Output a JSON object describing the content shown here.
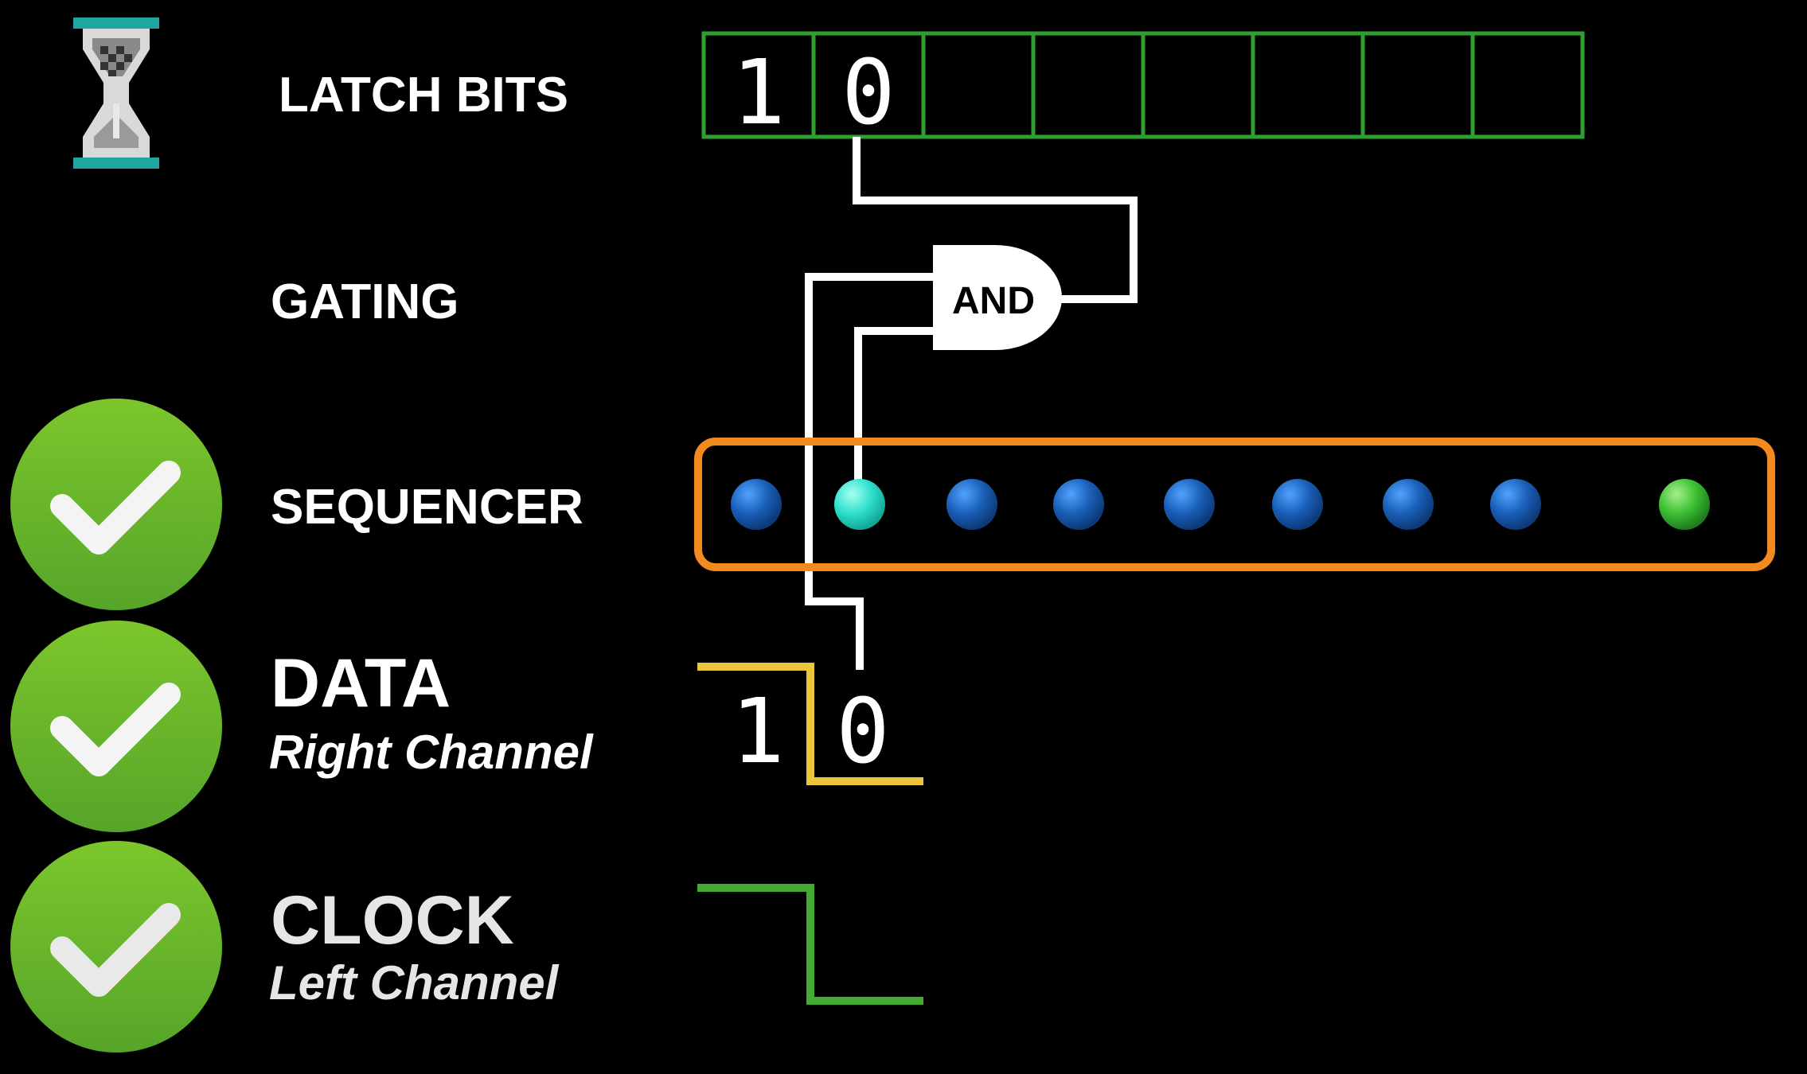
{
  "rows": {
    "latch": {
      "label": "LATCH BITS",
      "status": "pending",
      "icon": "hourglass-icon"
    },
    "gating": {
      "label": "GATING"
    },
    "sequencer": {
      "label": "SEQUENCER",
      "status": "done",
      "icon": "checkmark-icon"
    },
    "data": {
      "label": "DATA",
      "sublabel": "Right Channel",
      "status": "done",
      "icon": "checkmark-icon"
    },
    "clock": {
      "label": "CLOCK",
      "sublabel": "Left Channel",
      "status": "done",
      "icon": "checkmark-icon"
    }
  },
  "latch_bits": [
    "1",
    "0",
    "",
    "",
    "",
    "",
    "",
    ""
  ],
  "gate": {
    "label": "AND"
  },
  "sequencer": {
    "dots": [
      "idle",
      "active",
      "idle",
      "idle",
      "idle",
      "idle",
      "idle",
      "idle",
      "end"
    ]
  },
  "data_bits": [
    "1",
    "0"
  ],
  "colors": {
    "background": "#000000",
    "latch_border": "#2fa02f",
    "sequencer_border": "#f28a1f",
    "data_waveform": "#ecc53a",
    "clock_waveform": "#44aa32",
    "wire": "#ffffff",
    "dot_idle": "#1f6bc2",
    "dot_active": "#2ee0cc",
    "dot_end": "#3cbf33",
    "check_badge": "#6abc2a"
  }
}
